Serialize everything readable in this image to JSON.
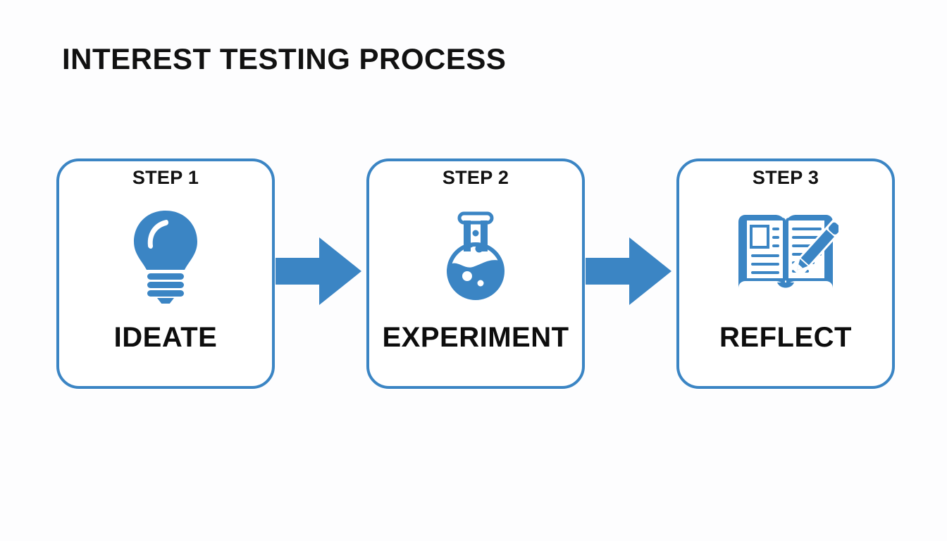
{
  "slide": {
    "title": "INTEREST TESTING PROCESS",
    "background_color": "#fdfdfe",
    "accent_color": "#3b85c4",
    "text_color": "#111111"
  },
  "steps": [
    {
      "step_label": "STEP 1",
      "name": "IDEATE",
      "icon": "lightbulb-icon"
    },
    {
      "step_label": "STEP 2",
      "name": "EXPERIMENT",
      "icon": "flask-icon"
    },
    {
      "step_label": "STEP 3",
      "name": "REFLECT",
      "icon": "open-book-pencil-icon"
    }
  ],
  "connectors": [
    {
      "name": "arrow-right-icon",
      "from": "STEP 1",
      "to": "STEP 2"
    },
    {
      "name": "arrow-right-icon",
      "from": "STEP 2",
      "to": "STEP 3"
    }
  ]
}
